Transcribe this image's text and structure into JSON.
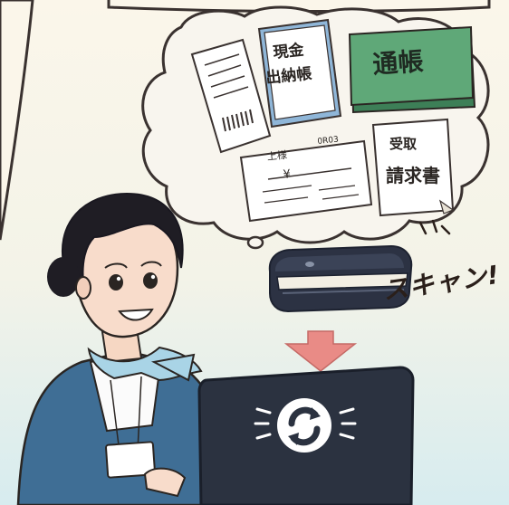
{
  "illustration": {
    "documents": {
      "cash_ledger_line1": "現金",
      "cash_ledger_line2": "出納帳",
      "passbook": "通帳",
      "receipt_line1": "受取",
      "receipt_line2": "請求書",
      "invoice_heading": "上様",
      "invoice_yen": "¥",
      "invoice_code": "0R03"
    },
    "scanner_caption": "スキャン!",
    "colors": {
      "background": "#fbf6ea",
      "thought_bubble": "#f8f5ee",
      "passbook_green": "#5fa878",
      "ledger_blue": "#8fb6d8",
      "arrow": "#e98b86",
      "jacket": "#3f6e95",
      "scarf": "#a9d4e6",
      "laptop": "#2b3240",
      "scanner": "#2c3243"
    },
    "icons": [
      "sync-icon",
      "down-arrow-icon",
      "barcode-icon"
    ]
  }
}
